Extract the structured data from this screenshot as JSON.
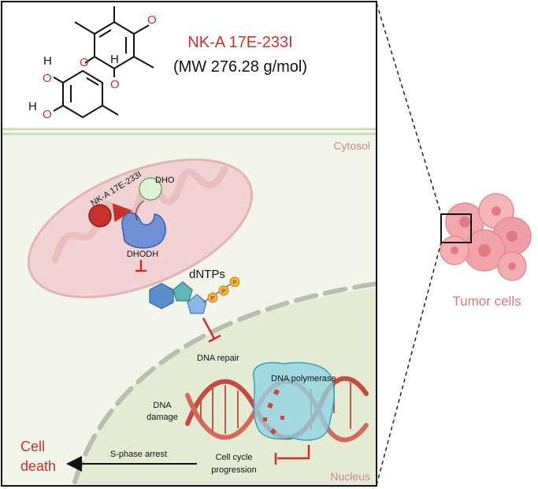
{
  "compound": {
    "name": "NK-A 17E-233I",
    "mw": "(MW 276.28 g/mol)",
    "atom_O": "O",
    "atom_H": "H"
  },
  "compartments": {
    "cytosol": "Cytosol",
    "nucleus": "Nucleus"
  },
  "labels": {
    "inhibitor": "NK-A 17E-233I",
    "dho": "DHO",
    "dhodh": "DHODH",
    "dntps": "dNTPs",
    "phosphate": "P",
    "dna_repair": "DNA repair",
    "dna_polymerase": "DNA polymerase",
    "dna_damage_1": "DNA",
    "dna_damage_2": "damage",
    "cell_cycle_1": "Cell cycle",
    "cell_cycle_2": "progression",
    "s_phase": "S-phase arrest",
    "cell_death_1": "Cell",
    "cell_death_2": "death",
    "tumor": "Tumor cells"
  },
  "colors": {
    "red": "#c8302b",
    "mito": "#f1d2d2",
    "nucleus": "#e6edd8",
    "cytosol": "#f1f5ea",
    "membrane": "#bfd7a8",
    "enzyme": "#6f8fd6",
    "dho": "#dff4d8",
    "dntp_blue": "#5b8fd0",
    "phosphate": "#f3b33d",
    "polymerase": "#8fd3e6"
  }
}
